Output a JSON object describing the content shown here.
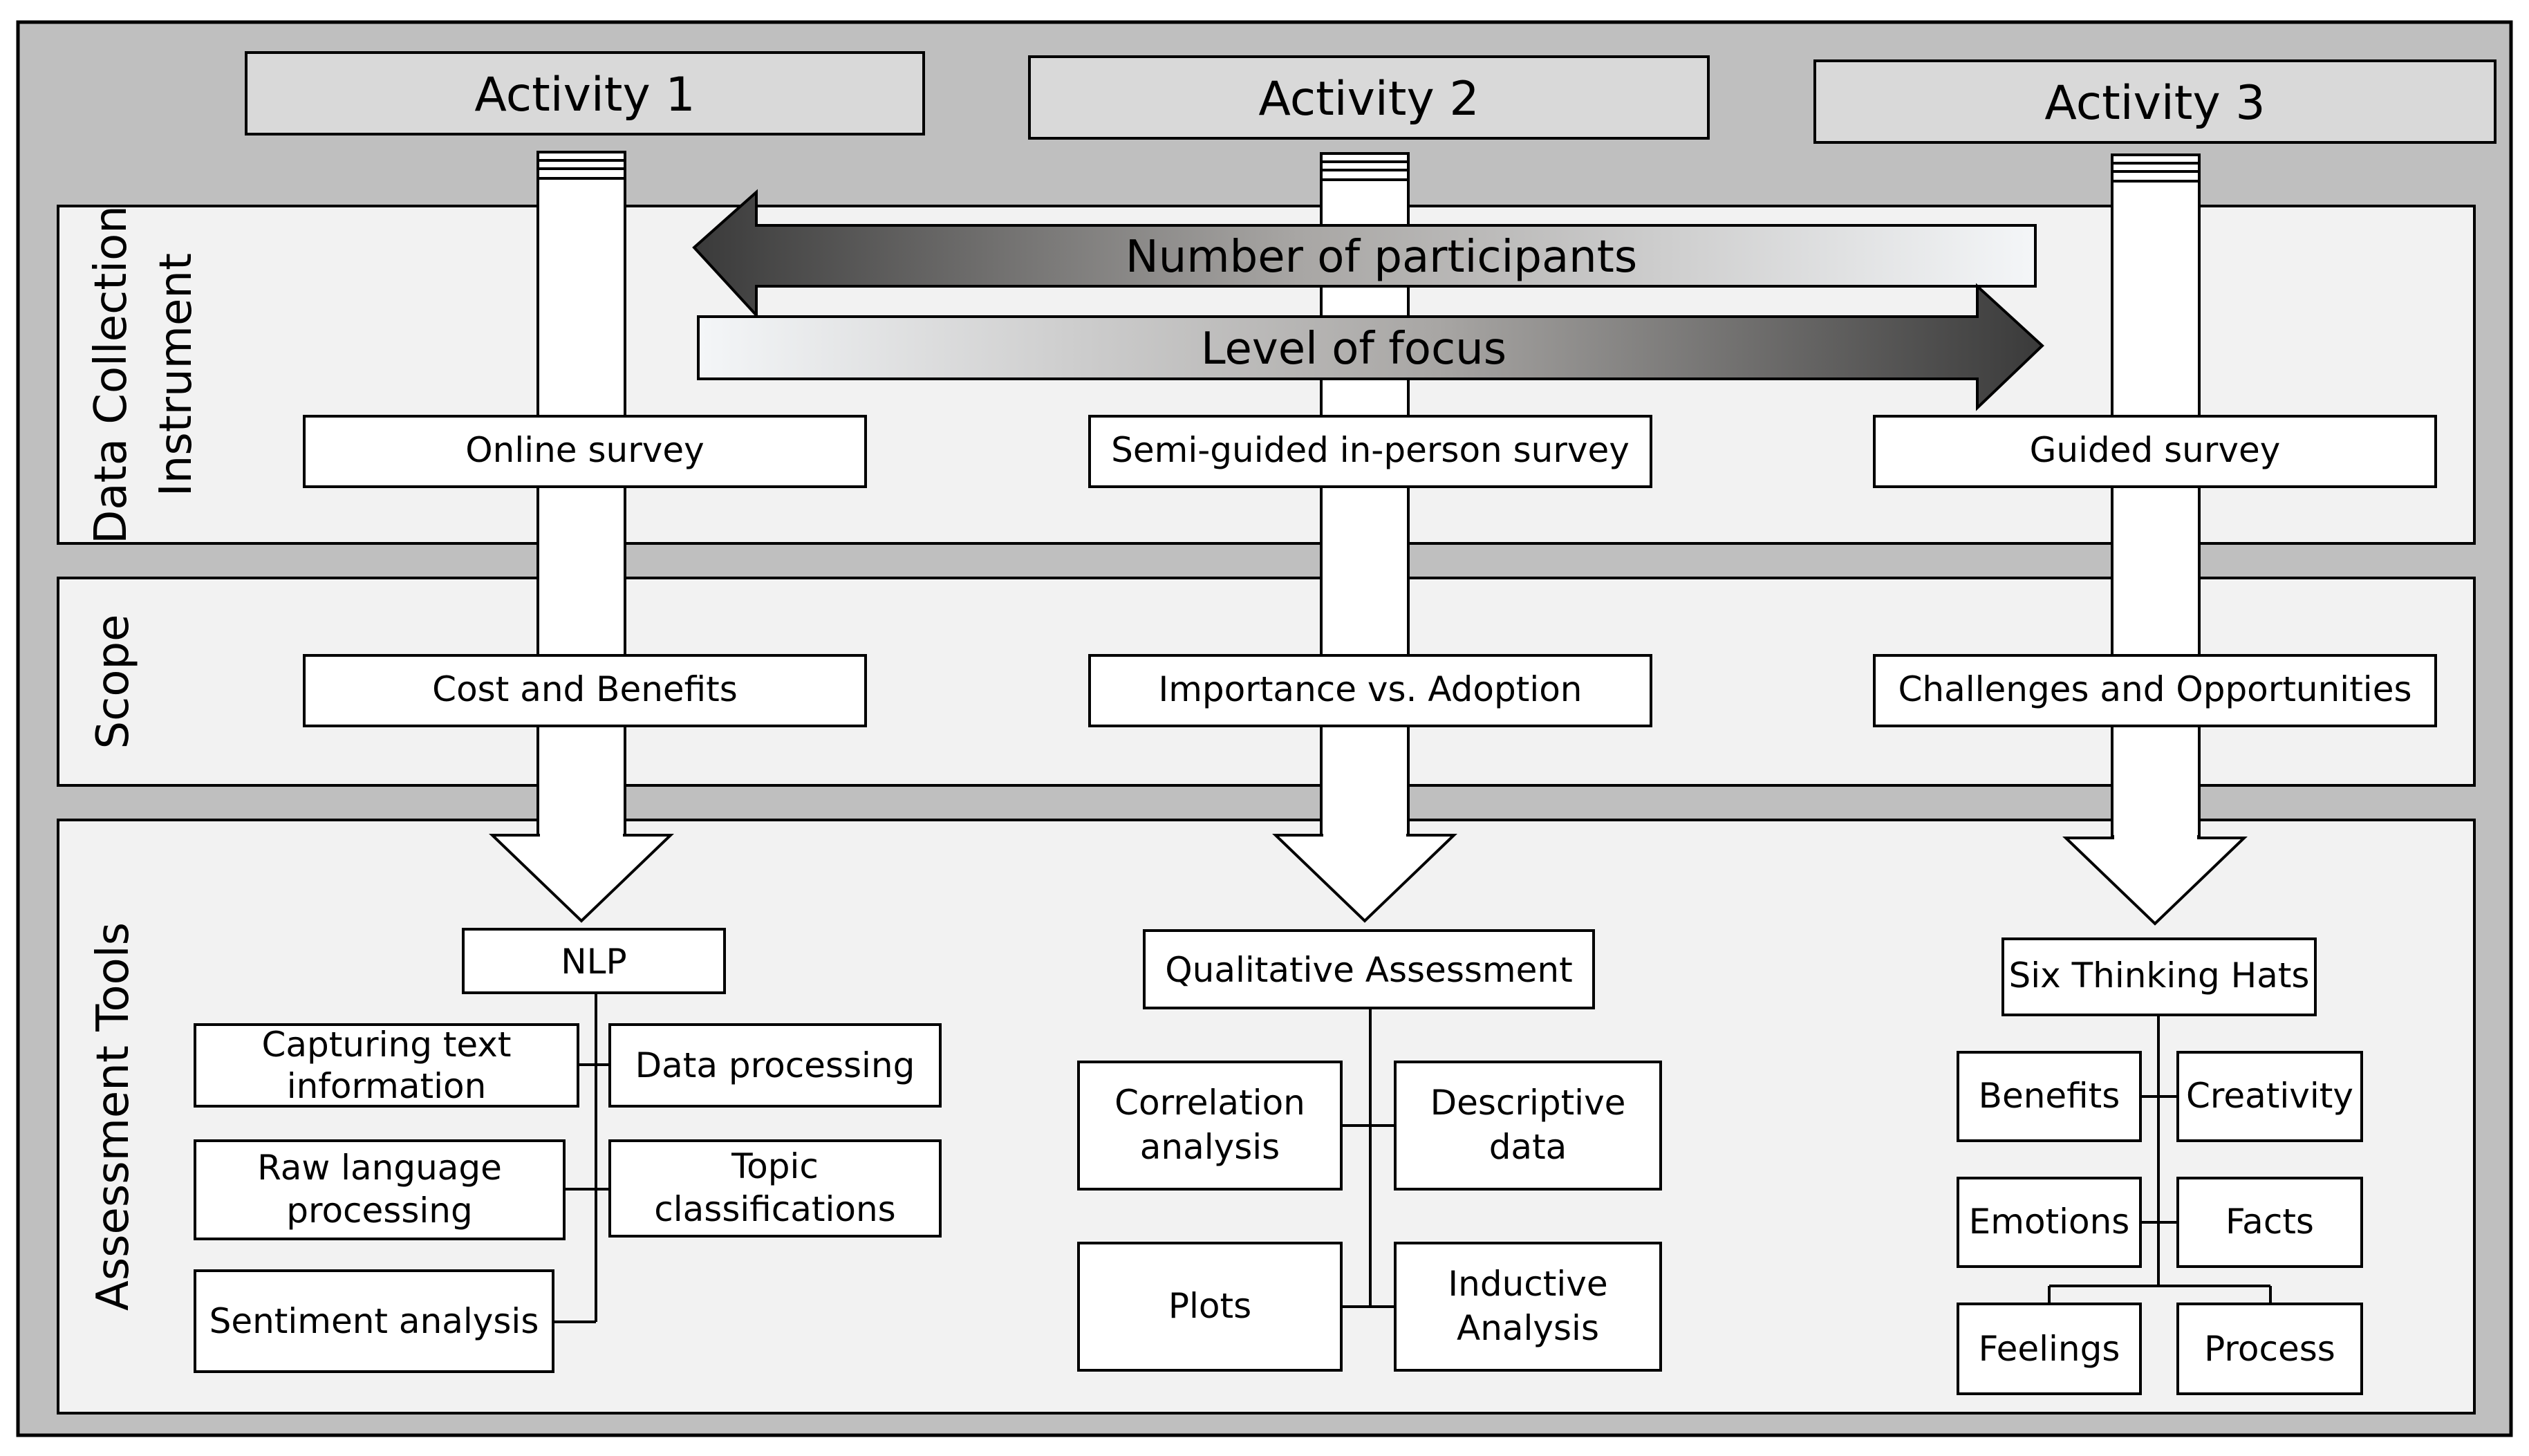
{
  "activities": [
    "Activity 1",
    "Activity 2",
    "Activity 3"
  ],
  "row_labels": {
    "data_collection": [
      "Data Collection",
      "Instrument"
    ],
    "scope": "Scope",
    "assessment": "Assessment Tools"
  },
  "arrows": {
    "participants": "Number of participants",
    "focus": "Level of focus"
  },
  "instruments": [
    "Online survey",
    "Semi-guided in-person survey",
    "Guided survey"
  ],
  "scopes": [
    "Cost and Benefits",
    "Importance vs. Adoption",
    "Challenges and Opportunities"
  ],
  "tools": {
    "a1": {
      "title": "NLP",
      "items": [
        [
          "Capturing text",
          "information"
        ],
        [
          "Data processing"
        ],
        [
          "Raw language",
          "processing"
        ],
        [
          "Topic",
          "classifications"
        ],
        [
          "Sentiment analysis"
        ]
      ]
    },
    "a2": {
      "title": "Qualitative Assessment",
      "items": [
        [
          "Correlation",
          "analysis"
        ],
        [
          "Descriptive",
          "data"
        ],
        [
          "Plots"
        ],
        [
          "Inductive",
          "Analysis"
        ]
      ]
    },
    "a3": {
      "title": "Six Thinking Hats",
      "items": [
        [
          "Benefits"
        ],
        [
          "Creativity"
        ],
        [
          "Emotions"
        ],
        [
          "Facts"
        ],
        [
          "Feelings"
        ],
        [
          "Process"
        ]
      ]
    }
  },
  "colors": {
    "frame": "#bfbfbf",
    "band": "#f2f2f2",
    "activity_header": "#d9d9d9",
    "arrow_dark": "#3a3a3a",
    "arrow_light": "#f4f6f8"
  }
}
